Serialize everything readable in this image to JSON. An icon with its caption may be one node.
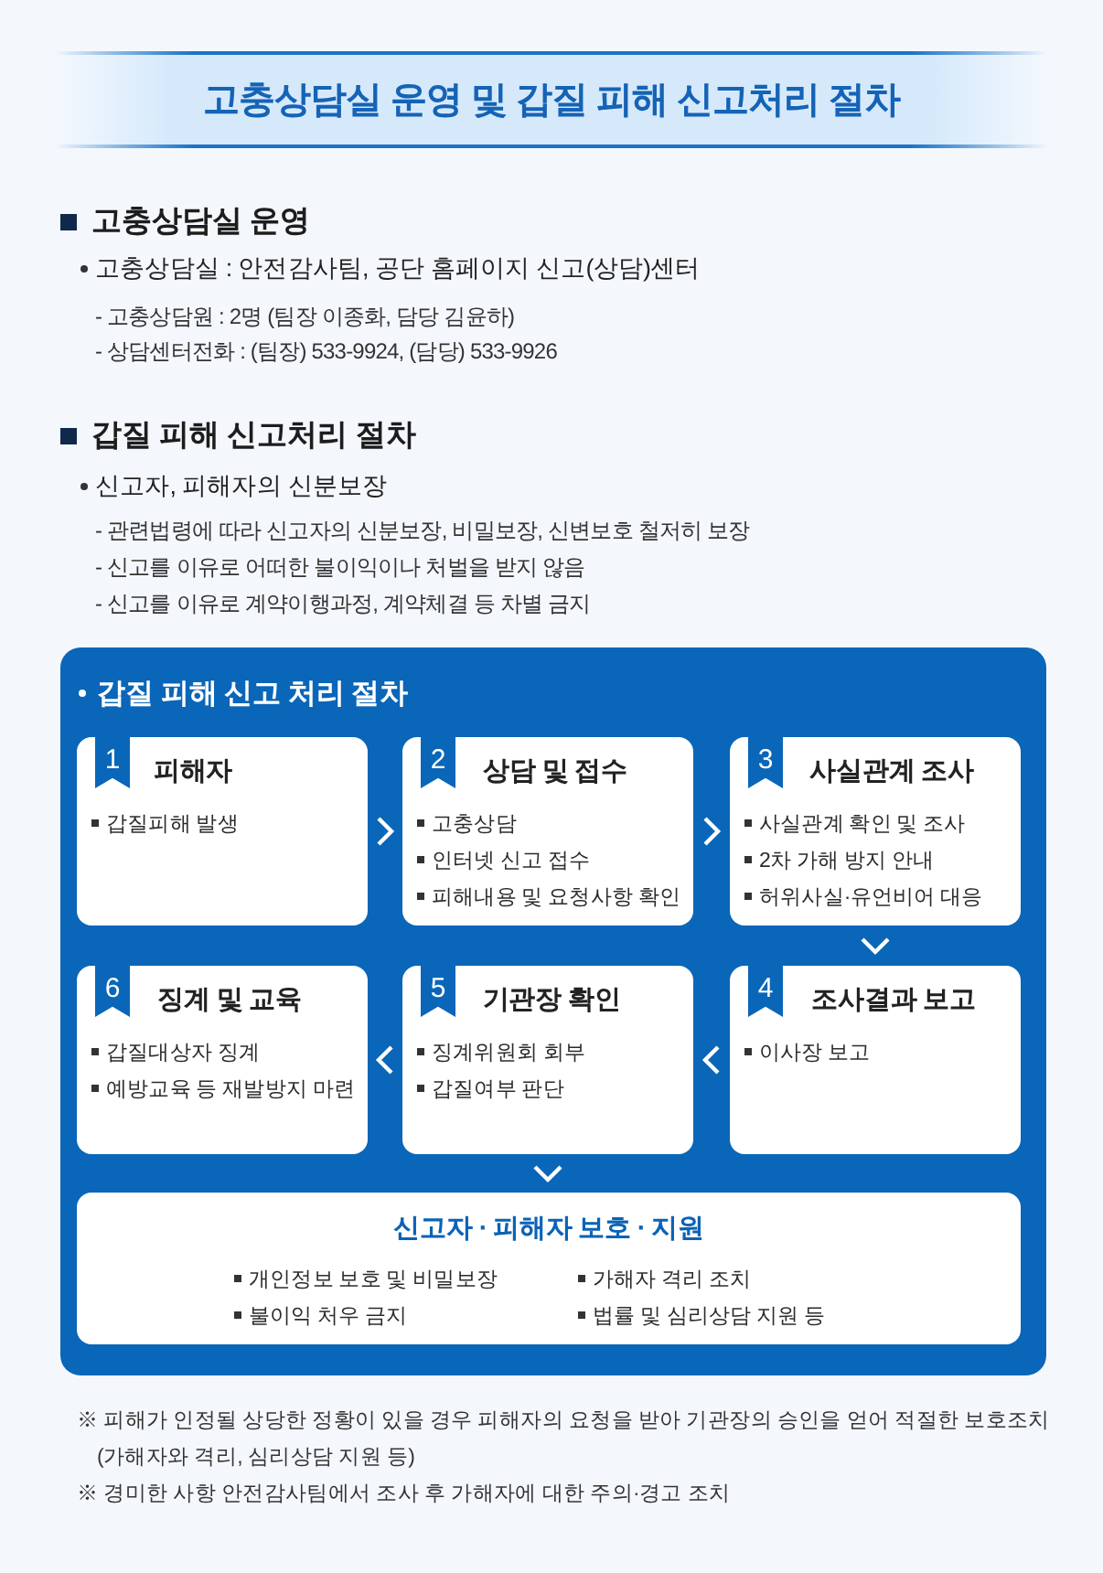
{
  "diagram": {
    "title": "고충상담실 운영 및 갑질 피해 신고처리 절차",
    "nodes": [
      {
        "text": [
          "갑질 피해 신고 처리 절차"
        ]
      },
      {
        "text": [
          "1",
          "피해자",
          "갑질피해 발생"
        ],
        "in": 0
      },
      {
        "text": [
          "2",
          "상담 및 접수",
          "고충상담",
          "인터넷 신고 접수",
          "피해내용 및 요청사항 확인"
        ],
        "in": 0
      },
      {
        "text": [
          "3",
          "사실관계 조사",
          "사실관계 확인 및 조사",
          "2차 가해 방지 안내",
          "허위사실·유언비어 대응"
        ],
        "in": 0
      },
      {
        "text": [
          "4",
          "조사결과 보고",
          "이사장 보고"
        ],
        "in": 0
      },
      {
        "text": [
          "5",
          "기관장 확인",
          "징계위원회 회부",
          "갑질여부 판단"
        ],
        "in": 0
      },
      {
        "text": [
          "6",
          "징계 및 교육",
          "갑질대상자 징계",
          "예방교육 등 재발방지 마련"
        ],
        "in": 0
      },
      {
        "text": [
          "신고자 · 피해자 보호 · 지원",
          "개인정보 보호 및 비밀보장",
          "가해자 격리 조치",
          "불이익 처우 금지",
          "법률 및 심리상담 지원 등"
        ],
        "in": 0
      }
    ],
    "edges": [
      {
        "from": 1,
        "to": 2,
        "arrow": "to"
      },
      {
        "from": 2,
        "to": 3,
        "arrow": "to"
      },
      {
        "from": 3,
        "to": 4,
        "arrow": "to"
      },
      {
        "from": 4,
        "to": 5,
        "arrow": "to"
      },
      {
        "from": 5,
        "to": 6,
        "arrow": "to"
      },
      {
        "from": 5,
        "to": 7,
        "arrow": "to"
      }
    ],
    "labels": [
      "고충상담실 운영",
      "고충상담실 : 안전감사팀, 공단 홈페이지 신고(상담)센터",
      "- 고충상담원 : 2명 (팀장 이종화, 담당 김윤하)",
      "- 상담센터전화 : (팀장) 533-9924, (담당) 533-9926",
      "갑질 피해 신고처리 절차",
      "신고자, 피해자의 신분보장",
      "- 관련법령에 따라 신고자의 신분보장, 비밀보장, 신변보호 철저히 보장",
      "- 신고를 이유로 어떠한 불이익이나 처벌을 받지 않음",
      "- 신고를 이유로 계약이행과정, 계약체결 등 차별 금지",
      "※ 피해가 인정될 상당한 정황이 있을 경우 피해자의 요청을 받아 기관장의 승인을 얻어 적절한 보호조치 (가해자와 격리, 심리상담 지원 등)",
      "※ 경미한 사항 안전감사팀에서 조사 후 가해자에 대한 주의·경고 조치"
    ]
  }
}
